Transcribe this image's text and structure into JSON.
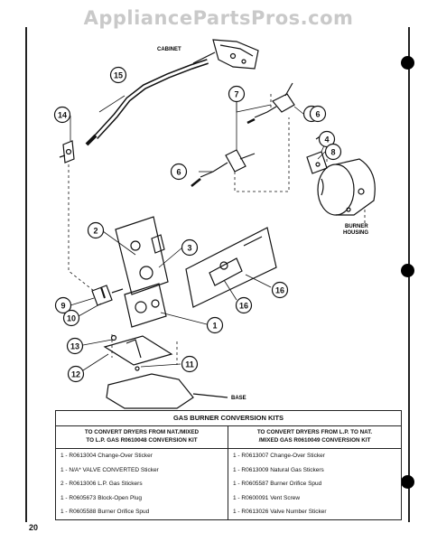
{
  "watermark": "AppliancePartsPros.com",
  "page_number": "20",
  "labels": {
    "cabinet": "CABINET",
    "burner_housing_line1": "BURNER",
    "burner_housing_line2": "HOUSING",
    "base": "BASE"
  },
  "callouts": [
    "1",
    "2",
    "3",
    "4",
    "5",
    "6",
    "6",
    "7",
    "8",
    "9",
    "10",
    "11",
    "12",
    "13",
    "14",
    "15",
    "16",
    "16"
  ],
  "kit_table": {
    "title": "GAS BURNER CONVERSION KITS",
    "left": {
      "heading_line1": "TO CONVERT DRYERS FROM NAT./MIXED",
      "heading_line2": "TO L.P. GAS R0610048 CONVERSION KIT",
      "items": [
        "1 - R0613004 Change-Over Sticker",
        "1 - N/A* VALVE CONVERTED Sticker",
        "2 - R0613006 L.P. Gas Stickers",
        "1 - R0605673 Block-Open Plug",
        "1 - R0605588 Burner Orifice Spud"
      ]
    },
    "right": {
      "heading_line1": "TO CONVERT DRYERS FROM L.P. TO NAT.",
      "heading_line2": "/MIXED GAS R0610049 CONVERSION KIT",
      "items": [
        "1 - R0613007 Change-Over Sticker",
        "1 - R0613009 Natural Gas Stickers",
        "1 - R0605587 Burner Orifice Spud",
        "1 - R0600091 Vent Screw",
        "1 - R0613026 Valve Number Sticker"
      ]
    }
  }
}
